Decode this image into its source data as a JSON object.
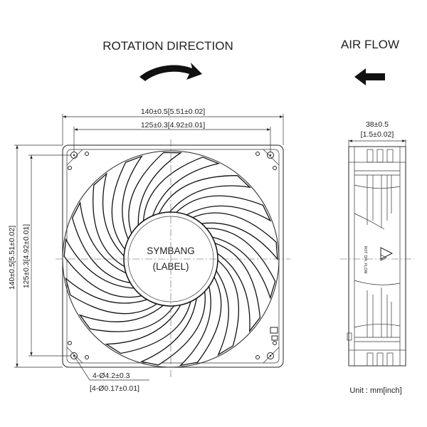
{
  "header": {
    "rotation_title": "ROTATION DIRECTION",
    "airflow_title": "AIR FLOW"
  },
  "front_view": {
    "label_line1": "SYMBANG",
    "label_line2": "(LABEL)",
    "blade_count": 17,
    "rotation": "clockwise"
  },
  "dimensions": {
    "width_outer": "140±0.5[5.51±0.02]",
    "width_holes": "125±0.3[4.92±0.01]",
    "height_outer": "140±0.5[5.51±0.02]",
    "height_holes": "125±0.3[4.92±0.01]",
    "depth_mm": "38±0.5",
    "depth_in": "[1.5±0.02]",
    "holes_mm": "4-Ø4.2±0.3",
    "holes_in": "[4-Ø0.17±0.01]"
  },
  "side_view": {
    "airflow_mark": "air flow direction mark"
  },
  "unit": "Unit : mm[inch]"
}
